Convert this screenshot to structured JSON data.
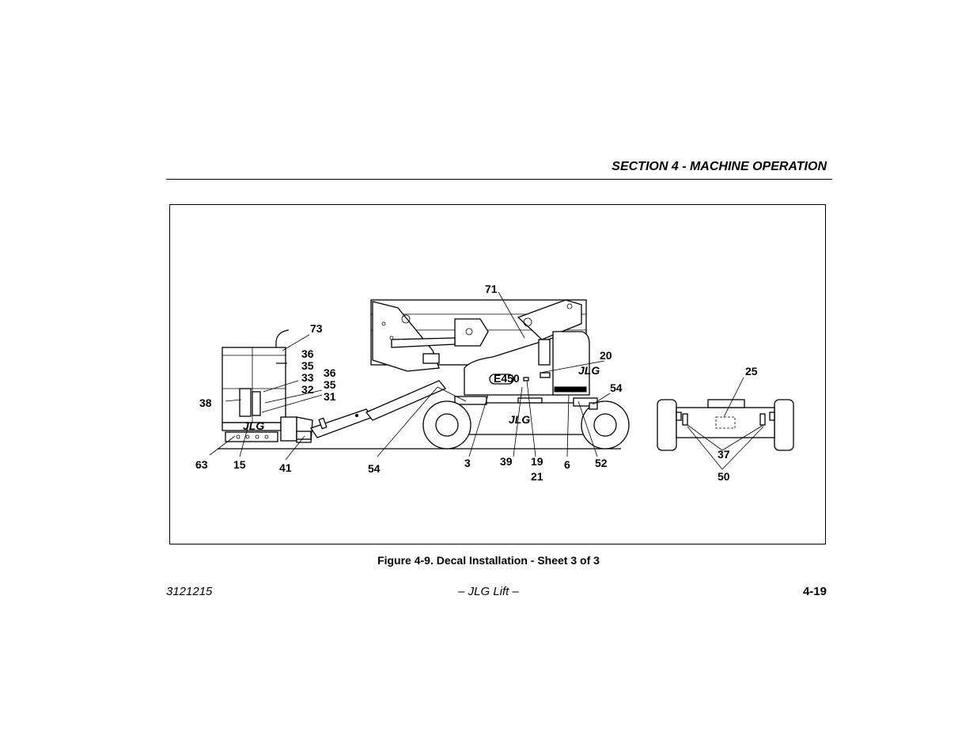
{
  "header": {
    "section_title": "SECTION 4 - MACHINE OPERATION"
  },
  "figure": {
    "caption": "Figure 4-9. Decal Installation - Sheet 3 of 3",
    "callouts": {
      "c71": "71",
      "c73": "73",
      "c36a": "36",
      "c35a": "35",
      "c33": "33",
      "c32": "32",
      "c36b": "36",
      "c35b": "35",
      "c31": "31",
      "c38": "38",
      "c20": "20",
      "c54a": "54",
      "c25": "25",
      "c63": "63",
      "c15": "15",
      "c41": "41",
      "c54b": "54",
      "c3": "3",
      "c39": "39",
      "c19": "19",
      "c21": "21",
      "c6": "6",
      "c52": "52",
      "c37": "37",
      "c50": "50"
    },
    "decal_text": {
      "logo": "JLG",
      "badge": "E450"
    }
  },
  "footer": {
    "doc_number": "3121215",
    "center_text": "– JLG Lift –",
    "page_number": "4-19"
  }
}
